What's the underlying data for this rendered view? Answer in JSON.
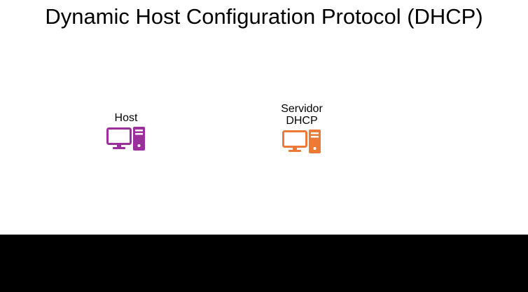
{
  "title": "Dynamic Host Configuration Protocol (DHCP)",
  "nodes": {
    "host": {
      "label": "Host",
      "icon": "desktop-computer-icon",
      "color": "#9b2f9b"
    },
    "server": {
      "label": "Servidor\nDHCP",
      "icon": "desktop-computer-icon",
      "color": "#ea7a35"
    }
  },
  "colors": {
    "background": "#ffffff",
    "bottom_bar": "#000000"
  }
}
